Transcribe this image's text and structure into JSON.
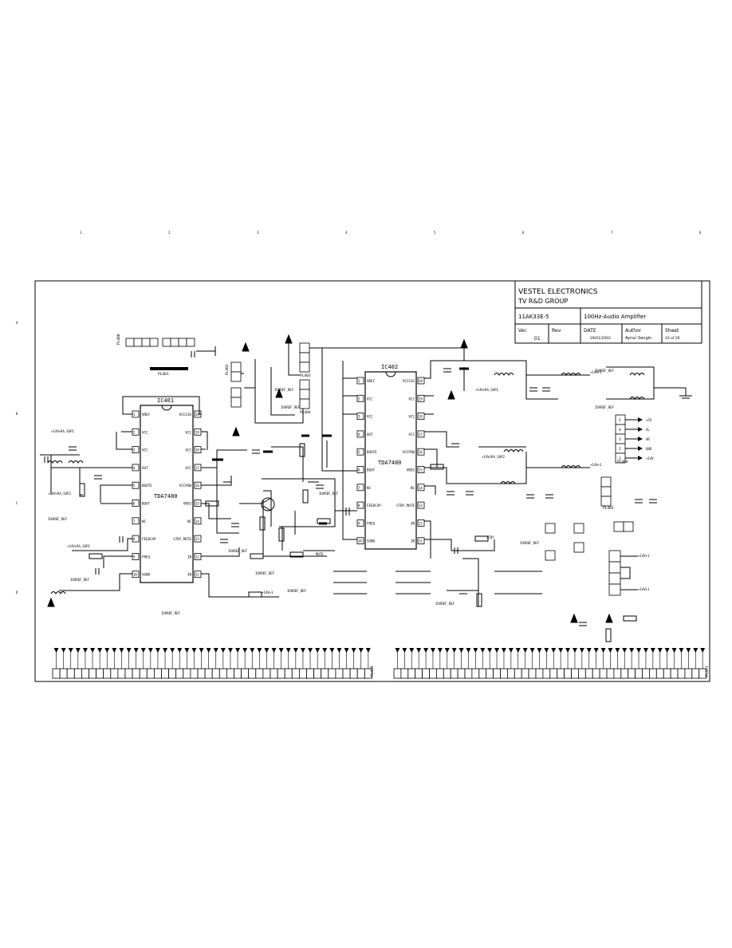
{
  "title_block": {
    "company": "VESTEL ELECTRONICS",
    "group": "TV R&D GROUP",
    "project": "11AK33E-5",
    "sheet_title": "100Hz-Audio Amplifier",
    "ver_label": "Ver.",
    "ver_value": "01",
    "rev_label": "Rev.",
    "date_label": "DATE",
    "date_value": "29/01/2002",
    "author_label": "Author",
    "author_value": "Aynur Sengin",
    "sheet_label": "Sheet",
    "sheet_value": "10 of 26"
  },
  "border_columns": [
    "1",
    "2",
    "3",
    "4",
    "5",
    "6",
    "7",
    "8"
  ],
  "border_rows": [
    "A",
    "B",
    "C",
    "D"
  ],
  "ic401": {
    "ref": "IC401",
    "part": "TDA7480",
    "left_pins": [
      {
        "num": "1",
        "name": "VREF"
      },
      {
        "num": "2",
        "name": "VCC"
      },
      {
        "num": "3",
        "name": "VCC"
      },
      {
        "num": "4",
        "name": "OUT"
      },
      {
        "num": "5",
        "name": "BOOTE"
      },
      {
        "num": "6",
        "name": "BOOT"
      },
      {
        "num": "7",
        "name": "NC"
      },
      {
        "num": "8",
        "name": "FEEDCAP"
      },
      {
        "num": "9",
        "name": "FREQ"
      },
      {
        "num": "10",
        "name": "SGND"
      }
    ],
    "right_pins": [
      {
        "num": "20",
        "name": "VCCSIG"
      },
      {
        "num": "19",
        "name": "VCC"
      },
      {
        "num": "18",
        "name": "VCC"
      },
      {
        "num": "17",
        "name": "VCC"
      },
      {
        "num": "16",
        "name": "VCCPOW"
      },
      {
        "num": "15",
        "name": "VREG"
      },
      {
        "num": "14",
        "name": "NC"
      },
      {
        "num": "13",
        "name": "STBY_MUTE"
      },
      {
        "num": "12",
        "name": "IN"
      },
      {
        "num": "11",
        "name": "IN"
      }
    ]
  },
  "ic402": {
    "ref": "IC402",
    "part": "TDA7480",
    "left_pins": [
      {
        "num": "1",
        "name": "VREF"
      },
      {
        "num": "2",
        "name": "VCC"
      },
      {
        "num": "3",
        "name": "VCC"
      },
      {
        "num": "4",
        "name": "OUT"
      },
      {
        "num": "5",
        "name": "BOOTE"
      },
      {
        "num": "6",
        "name": "BOOT"
      },
      {
        "num": "7",
        "name": "NC"
      },
      {
        "num": "8",
        "name": "FEEDCAP"
      },
      {
        "num": "9",
        "name": "FREQ"
      },
      {
        "num": "10",
        "name": "SGND"
      }
    ],
    "right_pins": [
      {
        "num": "20",
        "name": "VCCSIG"
      },
      {
        "num": "19",
        "name": "VCC"
      },
      {
        "num": "18",
        "name": "VCC"
      },
      {
        "num": "17",
        "name": "VCC"
      },
      {
        "num": "16",
        "name": "VCCPOW"
      },
      {
        "num": "15",
        "name": "VREG"
      },
      {
        "num": "14",
        "name": "NC"
      },
      {
        "num": "13",
        "name": "STBY_MUTE"
      },
      {
        "num": "12",
        "name": "IN"
      },
      {
        "num": "11",
        "name": "IN"
      }
    ]
  },
  "connector_labels": [
    "PL400",
    "PL401",
    "PL402",
    "PL403",
    "PL404",
    "PL405",
    "PL406"
  ],
  "connector_pins": [
    "1",
    "2",
    "3",
    "4",
    "5"
  ],
  "net_labels": {
    "gnd_ref": "IOVREF_REF",
    "supply_a": "+14V+RA_SUP1",
    "supply_b": "+14V+RA_SUP2",
    "vcc": "+14V+1",
    "mute": "MUTE",
    "stby": "STBY"
  },
  "right_connector_labels": [
    "+5V",
    "AL",
    "AR",
    "GND",
    "+14V"
  ],
  "bottom_connector_a": "PL410",
  "bottom_connector_b": "PL411"
}
